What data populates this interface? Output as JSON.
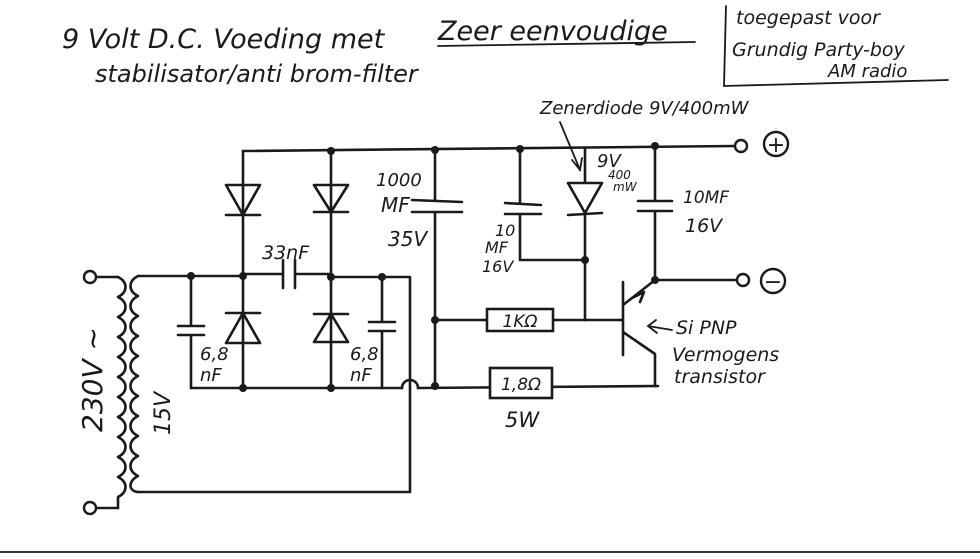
{
  "title": {
    "line1_a": "9 Volt D.C. Voeding met",
    "line1_b": "Zeer eenvoudige",
    "line2": "stabilisator/anti brom-filter"
  },
  "note": {
    "line1": "toegepast voor",
    "line2": "Grundig Party-boy",
    "line3": "AM radio"
  },
  "labels": {
    "zener_header": "Zenerdiode 9V/400mW",
    "plus": "+",
    "minus": "−",
    "c_bridge": "33nF",
    "c_left_val": "6,8",
    "c_left_unit": "nF",
    "c_right_val": "6,8",
    "c_right_unit": "nF",
    "c_main_a": "1000",
    "c_main_b": "MF",
    "c_main_c": "35V",
    "c_mid_a": "10",
    "c_mid_b": "MF",
    "c_mid_c": "16V",
    "zener_v": "9V",
    "zener_p1": "400",
    "zener_p2": "mW",
    "c_out_a": "10MF",
    "c_out_b": "16V",
    "r1": "1KΩ",
    "r2": "1,8Ω",
    "r2_power": "5W",
    "transistor_a": "Si PNP",
    "transistor_b": "Vermogens",
    "transistor_c": "transistor",
    "primary": "230V ~",
    "secondary": "15V"
  },
  "colors": {
    "ink": "#1a1a1a",
    "paper": "#ffffff"
  }
}
